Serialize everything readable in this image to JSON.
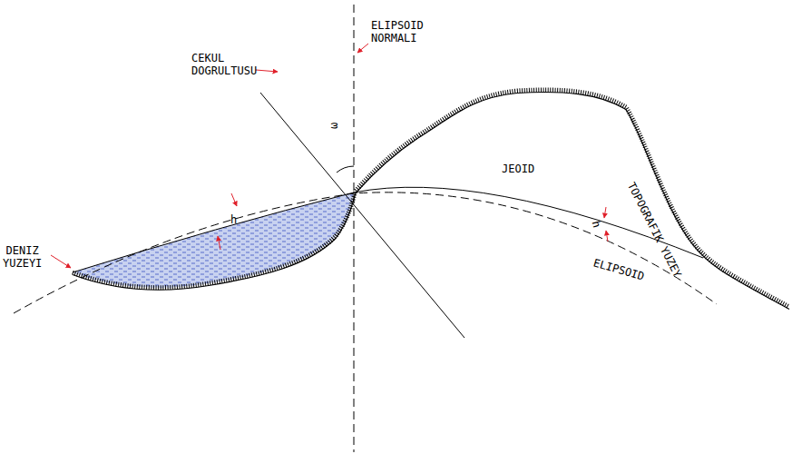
{
  "diagram": {
    "labels": [
      "ELIPSOID NORMALI",
      "CEKUL DOGRULTUSU",
      "ω",
      "h",
      "JEOID",
      "h",
      "DENIZ YUZEYI",
      "TOPOGRAFIK YUZEY",
      "ELIPSOID"
    ]
  }
}
